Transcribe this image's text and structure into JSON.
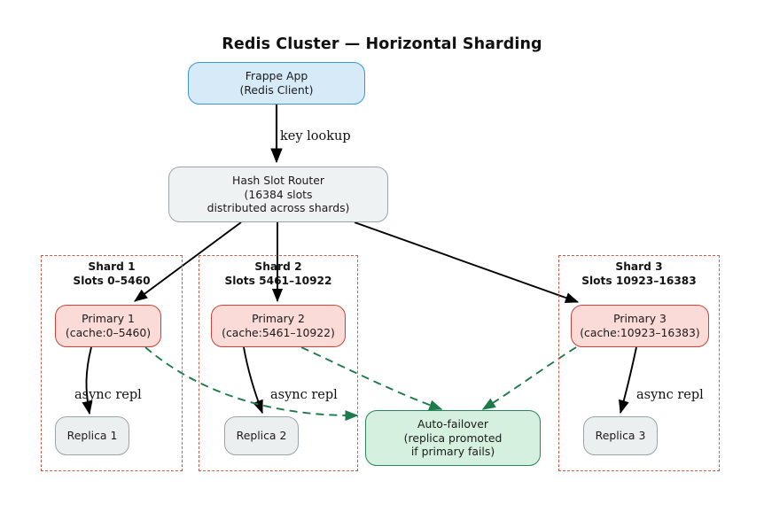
{
  "title": "Redis Cluster — Horizontal Sharding",
  "colors": {
    "client_fill": "#d6eaf8",
    "client_border": "#3498db",
    "router_fill": "#eff2f3",
    "router_border": "#9aa5a8",
    "primary_fill": "#fadbd8",
    "primary_border": "#cb4335",
    "replica_fill": "#eceff0",
    "replica_border": "#9aa5a8",
    "failover_fill": "#d5f0de",
    "failover_border": "#27865a",
    "shard_border": "#cb5a4a",
    "arrow_solid": "#000000",
    "arrow_dashed": "#1e7a4a"
  },
  "nodes": {
    "client": {
      "line1": "Frappe App",
      "line2": "(Redis Client)"
    },
    "router": {
      "line1": "Hash Slot Router",
      "line2": "(16384 slots",
      "line3": "distributed across shards)"
    },
    "primary1": {
      "line1": "Primary 1",
      "line2": "(cache:0–5460)"
    },
    "primary2": {
      "line1": "Primary 2",
      "line2": "(cache:5461–10922)"
    },
    "primary3": {
      "line1": "Primary 3",
      "line2": "(cache:10923–16383)"
    },
    "replica1": {
      "line1": "Replica 1"
    },
    "replica2": {
      "line1": "Replica 2"
    },
    "replica3": {
      "line1": "Replica 3"
    },
    "failover": {
      "line1": "Auto-failover",
      "line2": "(replica promoted",
      "line3": "if primary fails)"
    }
  },
  "shards": [
    {
      "name": "Shard 1",
      "slots": "Slots 0–5460"
    },
    {
      "name": "Shard 2",
      "slots": "Slots 5461–10922"
    },
    {
      "name": "Shard 3",
      "slots": "Slots 10923–16383"
    }
  ],
  "edges": {
    "key_lookup": "key lookup",
    "async_repl_1": "async repl",
    "async_repl_2": "async repl",
    "async_repl_3": "async repl"
  }
}
